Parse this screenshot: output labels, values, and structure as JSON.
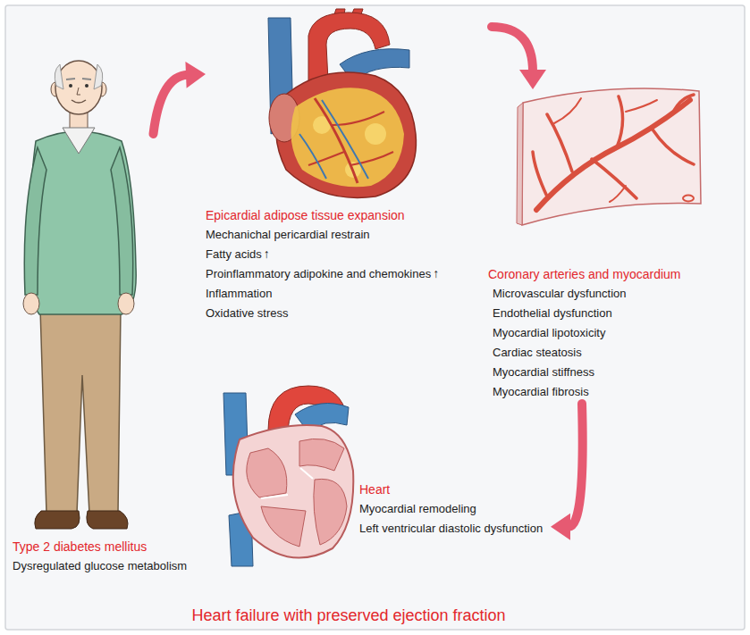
{
  "diagram": {
    "title": "Heart failure with preserved ejection fraction",
    "nodes": [
      {
        "text": [
          "Type 2 diabetes mellitus",
          "Dysregulated glucose metabolism"
        ]
      },
      {
        "text": [
          "Epicardial adipose tissue expansion",
          "Mechanichal pericardial restrain",
          "Fatty acids",
          "Proinflammatory adipokine and chemokines",
          "Inflammation",
          "Oxidative stress"
        ]
      },
      {
        "text": [
          "Coronary arteries and myocardium",
          "Microvascular dysfunction",
          "Endothelial dysfunction",
          "Myocardial lipotoxicity",
          "Cardiac steatosis",
          "Myocardial stiffness",
          "Myocardial fibrosis"
        ]
      },
      {
        "text": [
          "Heart",
          "Myocardial remodeling",
          "Left ventricular diastolic dysfunction"
        ]
      }
    ],
    "edges": [
      {
        "from": 0,
        "to": 1,
        "arrow": "to"
      },
      {
        "from": 1,
        "to": 2,
        "arrow": "to"
      },
      {
        "from": 2,
        "to": 3,
        "arrow": "to"
      }
    ],
    "labels": [
      "↑",
      "↑"
    ]
  }
}
